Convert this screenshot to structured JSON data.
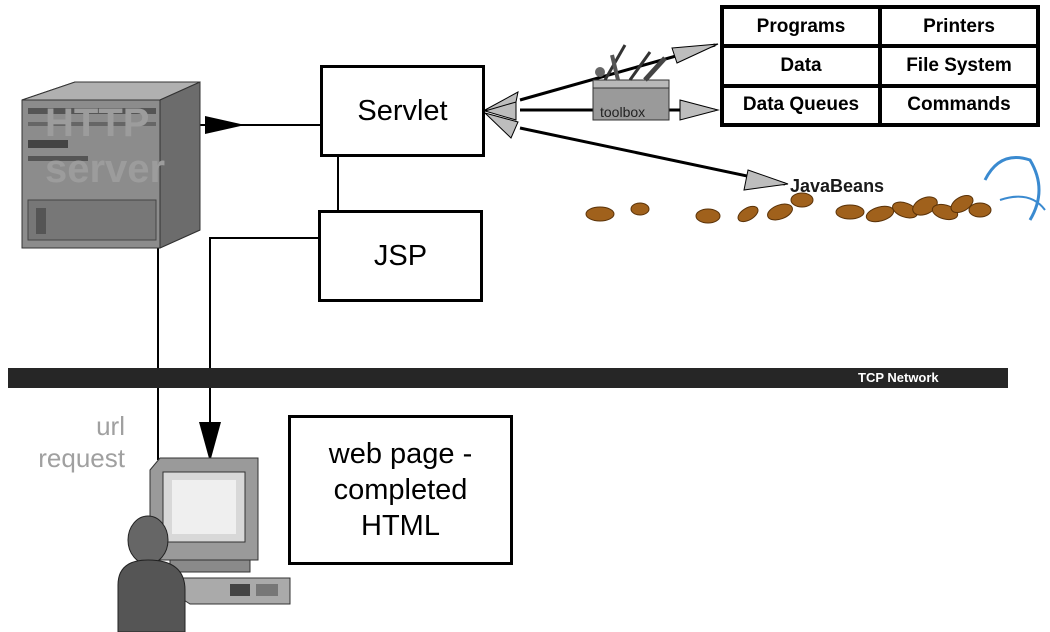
{
  "servlet_label": "Servlet",
  "jsp_label": "JSP",
  "webpage_lines": [
    "web page -",
    "completed",
    "HTML"
  ],
  "toolbox": {
    "label": "toolbox",
    "items": [
      "Programs",
      "Printers",
      "Data",
      "File System",
      "Data Queues",
      "Commands"
    ]
  },
  "javabeans_label": "JavaBeans",
  "server_label_lines": [
    "HTTP",
    "server"
  ],
  "network_label": "TCP Network",
  "url_request_lines": [
    "url",
    "request"
  ],
  "colors": {
    "network_bar": "#262626",
    "arrow_fill": "#bdbdbd",
    "server_body": "#8c8c8c",
    "bean": "#a0611c",
    "grey_text": "#a0a0a0"
  }
}
